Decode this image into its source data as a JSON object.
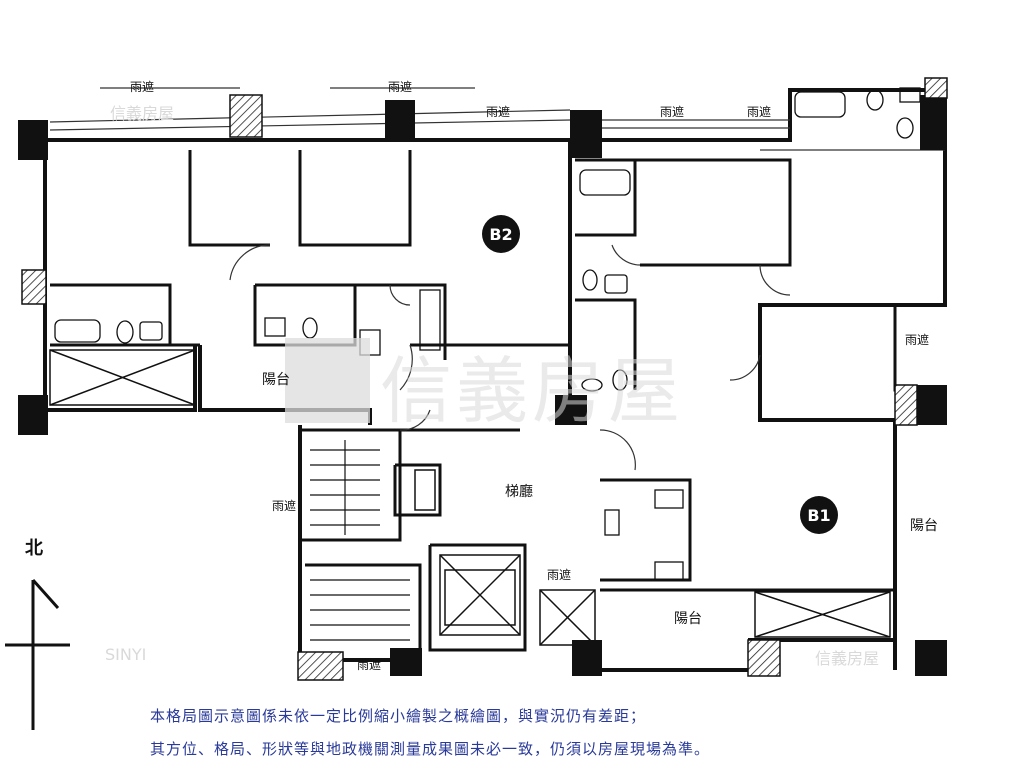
{
  "units": {
    "b2": "B2",
    "b1": "B1"
  },
  "rooms": {
    "lobby": "梯廳",
    "balcony_left": "陽台",
    "balcony_right": "陽台",
    "balcony_bottom": "陽台"
  },
  "canopy_label": "雨遮",
  "compass": {
    "north": "北"
  },
  "watermark": {
    "brand": "信義房屋",
    "latin": "SINYI"
  },
  "notes": {
    "line1": "本格局圖示意圖係未依一定比例縮小繪製之概繪圖，與實況仍有差距；",
    "line2": "其方位、格局、形狀等與地政機關測量成果圖未必一致，仍須以房屋現場為準。"
  }
}
